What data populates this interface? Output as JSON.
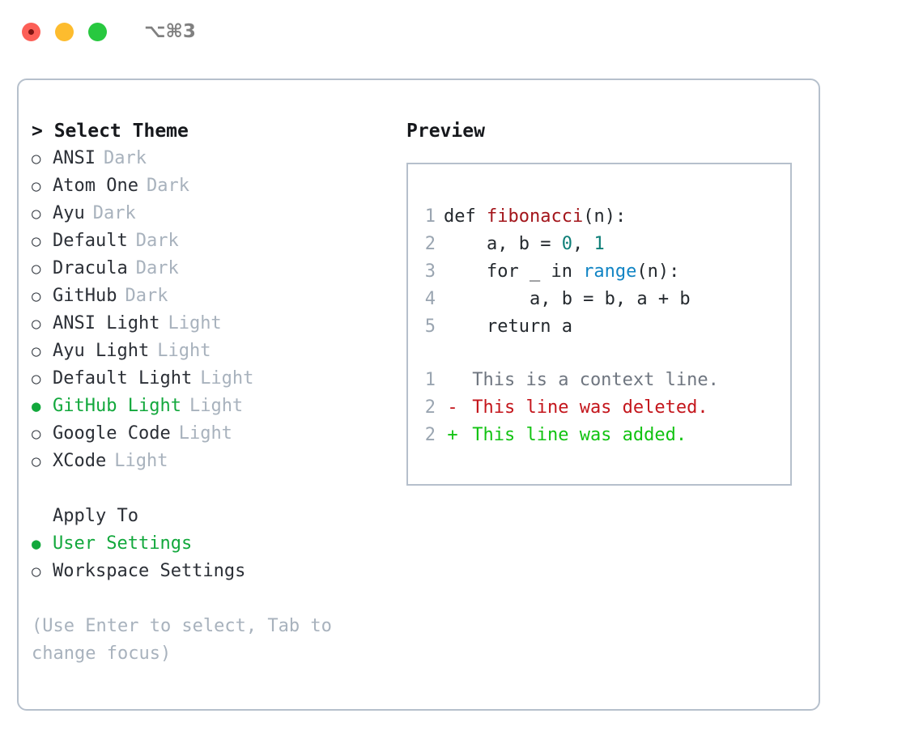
{
  "titlebar": {
    "shortcut": "⌥⌘3",
    "lights": [
      "close-red",
      "minimize-yellow",
      "zoom-green"
    ]
  },
  "theme_section": {
    "header": "> Select Theme",
    "items": [
      {
        "marker": "○",
        "label": "ANSI",
        "badge": "Dark",
        "selected": false
      },
      {
        "marker": "○",
        "label": "Atom One",
        "badge": "Dark",
        "selected": false
      },
      {
        "marker": "○",
        "label": "Ayu",
        "badge": "Dark",
        "selected": false
      },
      {
        "marker": "○",
        "label": "Default",
        "badge": "Dark",
        "selected": false
      },
      {
        "marker": "○",
        "label": "Dracula",
        "badge": "Dark",
        "selected": false
      },
      {
        "marker": "○",
        "label": "GitHub",
        "badge": "Dark",
        "selected": false
      },
      {
        "marker": "○",
        "label": "ANSI Light",
        "badge": "Light",
        "selected": false
      },
      {
        "marker": "○",
        "label": "Ayu Light",
        "badge": "Light",
        "selected": false
      },
      {
        "marker": "○",
        "label": "Default Light",
        "badge": "Light",
        "selected": false
      },
      {
        "marker": "●",
        "label": "GitHub Light",
        "badge": "Light",
        "selected": true
      },
      {
        "marker": "○",
        "label": "Google Code",
        "badge": "Light",
        "selected": false
      },
      {
        "marker": "○",
        "label": "XCode",
        "badge": "Light",
        "selected": false
      }
    ]
  },
  "apply_section": {
    "header": "Apply To",
    "items": [
      {
        "marker": "●",
        "label": "User Settings",
        "selected": true
      },
      {
        "marker": "○",
        "label": "Workspace Settings",
        "selected": false
      }
    ]
  },
  "hint": "(Use Enter to select, Tab to change focus)",
  "preview": {
    "title": "Preview",
    "code_lines": [
      {
        "no": "1",
        "parts": [
          {
            "t": "def ",
            "cls": "code-text"
          },
          {
            "t": "fibonacci",
            "cls": "tok-fn"
          },
          {
            "t": "(n):",
            "cls": "code-text"
          }
        ]
      },
      {
        "no": "2",
        "parts": [
          {
            "t": "    a, b = ",
            "cls": "code-text"
          },
          {
            "t": "0",
            "cls": "tok-num"
          },
          {
            "t": ", ",
            "cls": "code-text"
          },
          {
            "t": "1",
            "cls": "tok-num"
          }
        ]
      },
      {
        "no": "3",
        "parts": [
          {
            "t": "    for _ in ",
            "cls": "code-text"
          },
          {
            "t": "range",
            "cls": "tok-call"
          },
          {
            "t": "(n):",
            "cls": "code-text"
          }
        ]
      },
      {
        "no": "4",
        "parts": [
          {
            "t": "        a, b = b, a + b",
            "cls": "code-text"
          }
        ]
      },
      {
        "no": "5",
        "parts": [
          {
            "t": "    return a",
            "cls": "code-text"
          }
        ]
      }
    ],
    "diff_lines": [
      {
        "no": "1",
        "marker": " ",
        "text": "This is a context line.",
        "kind": "diff-ctx"
      },
      {
        "no": "2",
        "marker": "-",
        "text": "This line was deleted.",
        "kind": "diff-del"
      },
      {
        "no": "2",
        "marker": "+",
        "text": "This line was added.",
        "kind": "diff-add"
      }
    ]
  },
  "colors": {
    "accent_green": "#12a83c",
    "border": "#b6c0cc",
    "muted": "#a8b2bd",
    "lineno": "#9aa5b1",
    "diff_add": "#12c312",
    "diff_del": "#c4161c",
    "token_fn": "#a3151b",
    "token_num": "#0f7f78",
    "token_call": "#1184c4"
  }
}
